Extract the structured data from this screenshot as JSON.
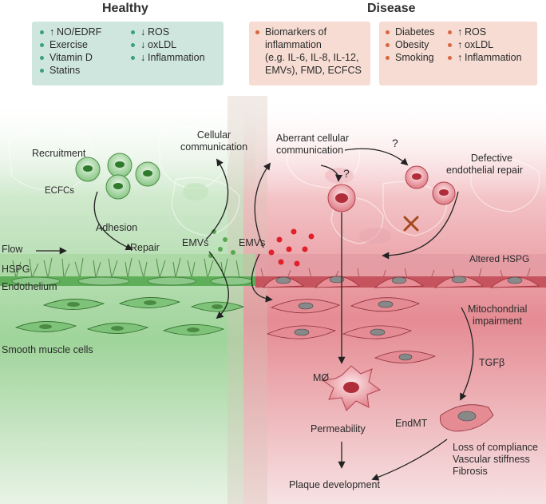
{
  "titles": {
    "healthy": "Healthy",
    "disease": "Disease"
  },
  "healthy_box": {
    "col1": [
      "NO/EDRF",
      "Exercise",
      "Vitamin D",
      "Statins"
    ],
    "col1_arrows": [
      "↑",
      "",
      "",
      ""
    ],
    "col2": [
      "ROS",
      "oxLDL",
      "Inflammation"
    ],
    "col2_arrows": [
      "↓",
      "↓",
      "↓"
    ]
  },
  "disease_box1": {
    "lines": [
      "Biomarkers of",
      "inflammation",
      "(e.g. IL-6, IL-8, IL-12,",
      "EMVs), FMD, ECFCS"
    ]
  },
  "disease_box2": {
    "col1": [
      "Diabetes",
      "Obesity",
      "Smoking"
    ],
    "col2": [
      "ROS",
      "oxLDL",
      "Inflammation"
    ],
    "col2_arrows": [
      "↑",
      "↑",
      "↑"
    ]
  },
  "labels": {
    "recruitment": "Recruitment",
    "ecfcs": "ECFCs",
    "adhesion": "Adhesion",
    "repair": "Repair",
    "cellular_communication": [
      "Cellular",
      "communication"
    ],
    "emvs_left": "EMVs",
    "emvs_right": "EMVs",
    "flow": "Flow",
    "hspg": "HSPG",
    "endothelium": "Endothelium",
    "smooth_muscle": "Smooth muscle cells",
    "aberrant_communication": [
      "Aberrant cellular",
      "communication"
    ],
    "question1": "?",
    "question2": "?",
    "defective_repair": [
      "Defective",
      "endothelial repair"
    ],
    "altered_hspg": "Altered HSPG",
    "mitochondrial": [
      "Mitochondrial",
      "impairment"
    ],
    "tgfb": "TGFβ",
    "macrophage": "MØ",
    "permeability": "Permeability",
    "endmt": "EndMT",
    "loss_compliance": [
      "Loss of compliance",
      "Vascular stiffness",
      "Fibrosis"
    ],
    "plaque": "Plaque development"
  },
  "colors": {
    "healthy_bg": "#cfe6de",
    "disease_bg": "#f6dcd3",
    "healthy_tissue": "#7cc47a",
    "disease_tissue": "#e0737e",
    "emv_dot": "#e0202a"
  }
}
